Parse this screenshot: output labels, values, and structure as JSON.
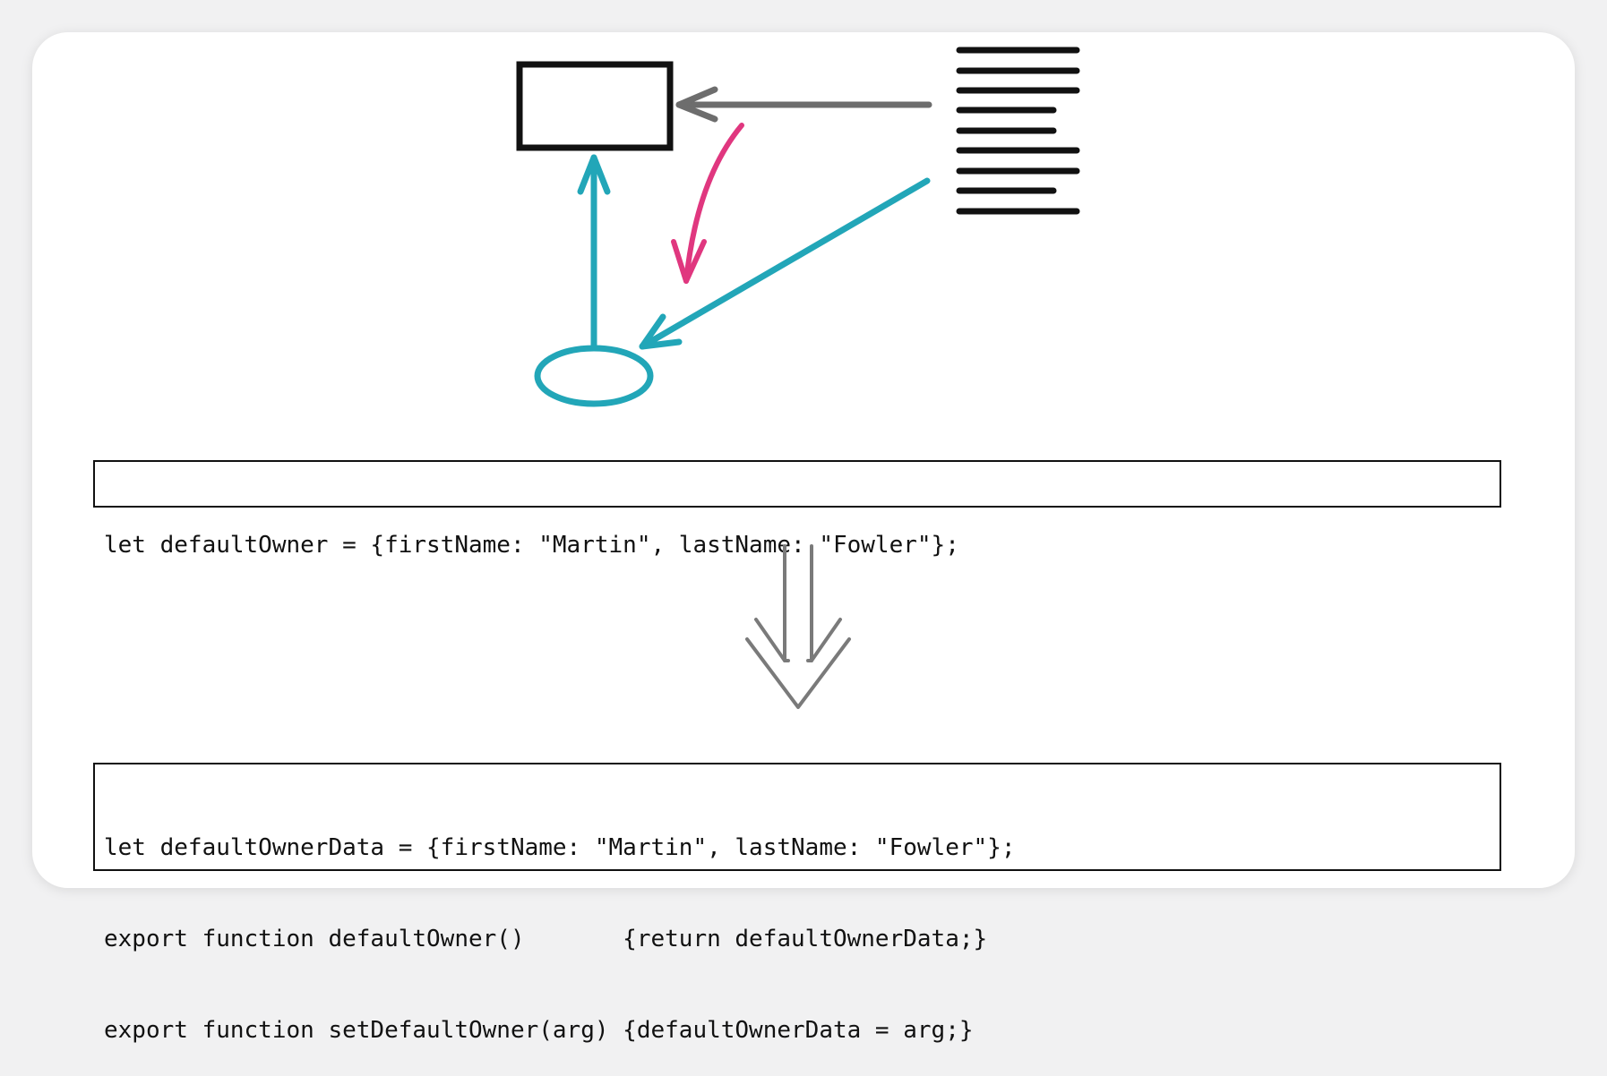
{
  "diagram": {
    "colors": {
      "box_stroke": "#111111",
      "gray_arrow": "#6d6d6d",
      "magenta_arrow": "#e0377f",
      "teal_arrow": "#22a6b8",
      "transform_arrow": "#7a7a7a"
    },
    "icons": [
      "record-box-icon",
      "code-lines-icon",
      "encapsulate-oval-icon"
    ]
  },
  "code_before": {
    "lines": [
      "let defaultOwner = {firstName: \"Martin\", lastName: \"Fowler\"};"
    ]
  },
  "code_after": {
    "lines": [
      "let defaultOwnerData = {firstName: \"Martin\", lastName: \"Fowler\"};",
      "export function defaultOwner()       {return defaultOwnerData;}",
      "export function setDefaultOwner(arg) {defaultOwnerData = arg;}"
    ]
  }
}
